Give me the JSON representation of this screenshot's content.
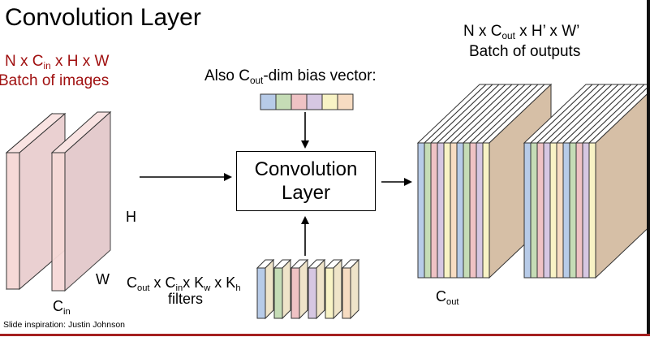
{
  "title": "Convolution Layer",
  "input": {
    "line1": {
      "a": "N x C",
      "sub": "in",
      "b": " x H x W"
    },
    "line2": "Batch of images",
    "h_label": "H",
    "w_label": "W",
    "cin_label": {
      "a": "C",
      "sub": "in"
    }
  },
  "bias": {
    "a": "Also C",
    "sub": "out",
    "b": "-dim bias vector:"
  },
  "layer_box": {
    "line1": "Convolution",
    "line2": "Layer"
  },
  "filters": {
    "p1": "C",
    "s1": "out",
    "p2": " x C",
    "s2": "in",
    "p3": "x K",
    "s3": "w",
    "p4": " x K",
    "s4": "h",
    "line2": "filters"
  },
  "output": {
    "line1": {
      "a": "N x C",
      "sub": "out",
      "b": " x H’ x W’"
    },
    "line2": "Batch of outputs",
    "cout_label": {
      "a": "C",
      "sub": "out"
    }
  },
  "credit": "Slide inspiration: Justin Johnson",
  "colors": {
    "accent_red": "#a01010",
    "image_fill": "#f6d9d7",
    "image_face": "#e7cbcd",
    "output_face": "#d6bfa6",
    "filter_palette": [
      "#b7cbe8",
      "#c5dcb6",
      "#efc2c4",
      "#d6c7e2",
      "#f8f3c5",
      "#f7dcc2"
    ]
  }
}
